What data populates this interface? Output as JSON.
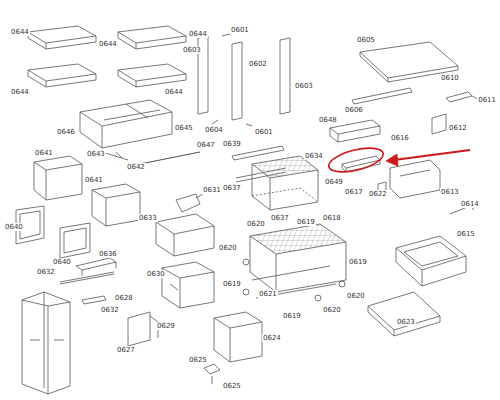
{
  "diagram": {
    "labels": [
      "0644",
      "0644",
      "0644",
      "0644",
      "0644",
      "0646",
      "0645",
      "0643",
      "0642",
      "0647",
      "0641",
      "0641",
      "0640",
      "0640",
      "0632",
      "0636",
      "0632",
      "0631",
      "0633",
      "0630",
      "0628",
      "0629",
      "0627",
      "0625",
      "0625",
      "0624",
      "0603",
      "0601",
      "0602",
      "0603",
      "0604",
      "0601",
      "0639",
      "0634",
      "0637",
      "0637",
      "0618",
      "0620",
      "0620",
      "0619",
      "0619",
      "0619",
      "0621",
      "0619",
      "0620",
      "0620",
      "0605",
      "0606",
      "0648",
      "0616",
      "0649",
      "0617",
      "0622",
      "0613",
      "0610",
      "0611",
      "0612",
      "0614",
      "0615",
      "0623"
    ]
  }
}
